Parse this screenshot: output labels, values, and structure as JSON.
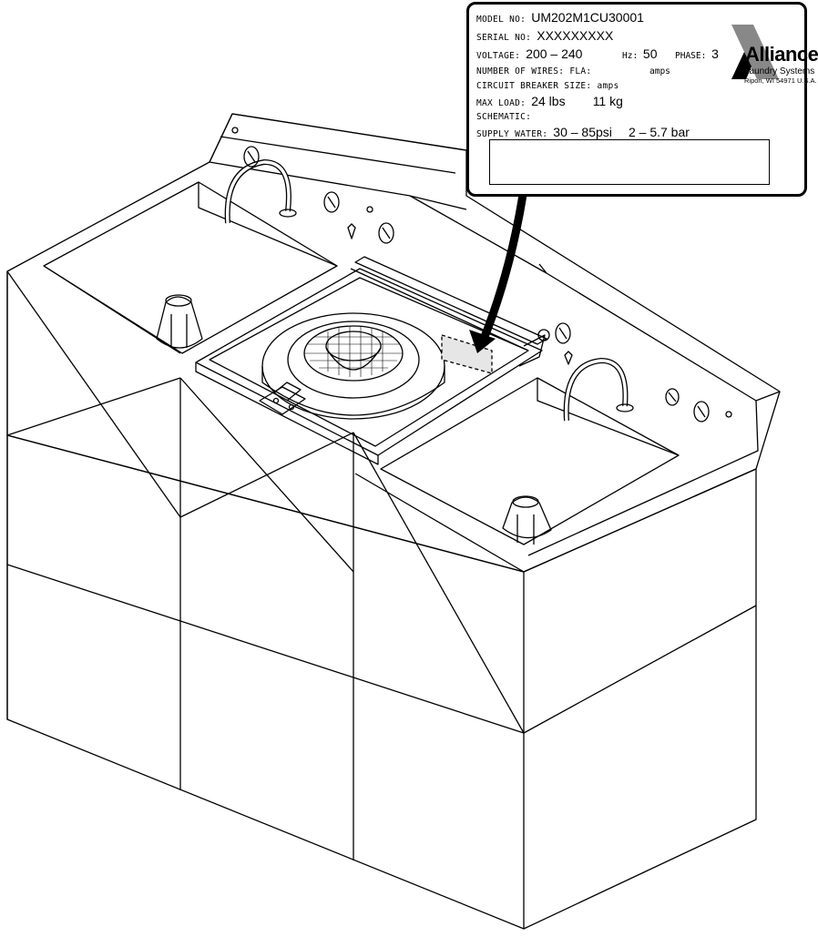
{
  "nameplate": {
    "model_label": "MODEL NO:",
    "model_value": "UM202M1CU30001",
    "serial_label": "SERIAL NO:",
    "serial_value": "XXXXXXXXX",
    "voltage_label": "VOLTAGE:",
    "voltage_value": "200 – 240",
    "hz_label": "Hz:",
    "hz_value": "50",
    "phase_label": "PHASE:",
    "phase_value": "3",
    "wires_label": "NUMBER OF WIRES:",
    "fla_label": "FLA:",
    "amps_label": "amps",
    "breaker_label": "CIRCUIT BREAKER SIZE:",
    "breaker_amps": "amps",
    "maxload_label": "MAX LOAD:",
    "maxload_lbs": "24 lbs",
    "maxload_kg": "11 kg",
    "schematic_label": "SCHEMATIC:",
    "water_label": "SUPPLY WATER:",
    "water_psi": "30 – 85psi",
    "water_bar": "2 – 5.7 bar",
    "brand": "Alliance",
    "brand_sub": "Laundry Systems",
    "brand_address": "Ripon, WI 54971 U.S.A."
  },
  "colors": {
    "line": "#000000",
    "highlight": "#e6e6e6",
    "background": "#ffffff"
  },
  "icons": [
    "faucet-icon",
    "control-knob-icon",
    "indicator-light-icon",
    "alliance-logo-icon",
    "callout-arrow-icon"
  ]
}
